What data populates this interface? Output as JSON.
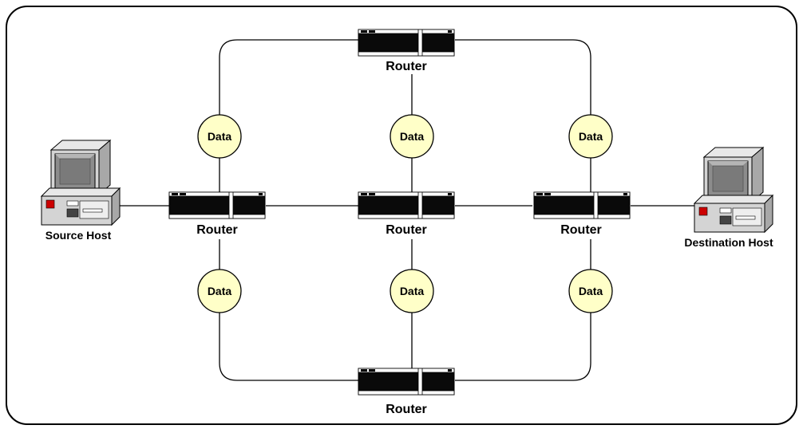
{
  "nodes": {
    "source_host": "Source Host",
    "destination_host": "Destination Host",
    "router_top": "Router",
    "router_left": "Router",
    "router_center": "Router",
    "router_right": "Router",
    "router_bottom": "Router"
  },
  "packets": {
    "top_left": "Data",
    "top_center": "Data",
    "top_right": "Data",
    "bottom_left": "Data",
    "bottom_center": "Data",
    "bottom_right": "Data"
  },
  "colors": {
    "packet_fill": "#ffffc8",
    "router_body": "#0a0a0a",
    "host_case": "#d4d4d4",
    "screen": "#8c8c8c"
  }
}
